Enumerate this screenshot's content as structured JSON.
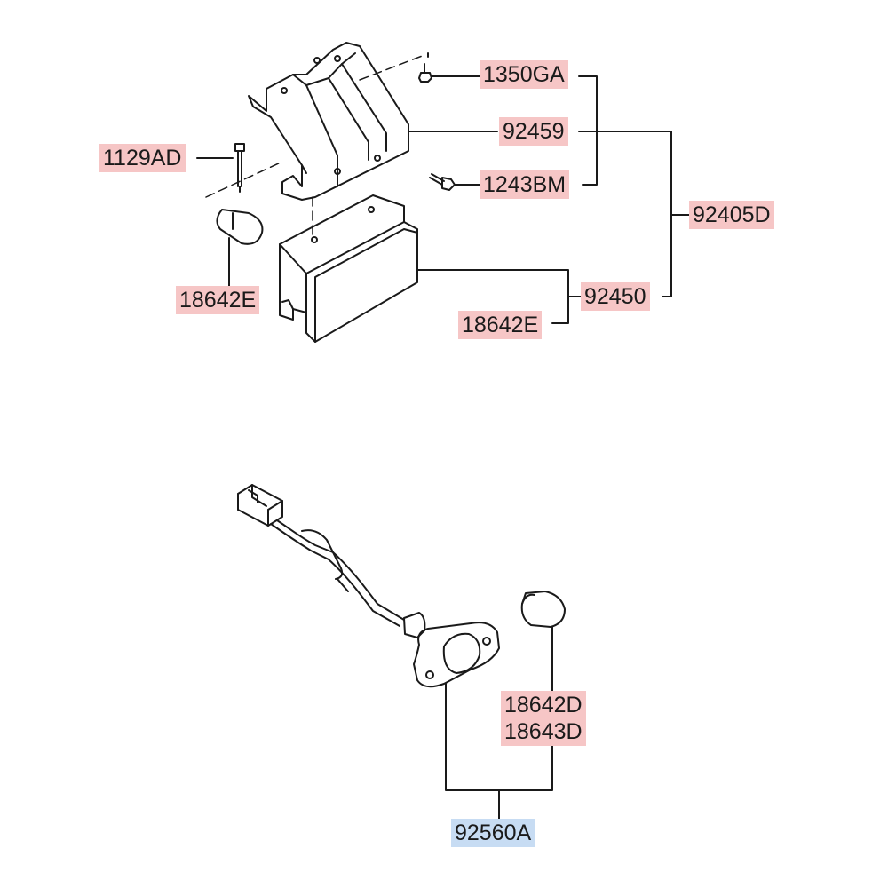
{
  "diagram": {
    "colors": {
      "line": "#1a1a1a",
      "part_highlight": "#f6c6c6",
      "selected_highlight": "#c7dcf3"
    },
    "callouts": {
      "c1350GA": "1350GA",
      "c92459": "92459",
      "c1129AD": "1129AD",
      "c1243BM": "1243BM",
      "c92405D": "92405D",
      "c18642E_left": "18642E",
      "c92450": "92450",
      "c18642E_right": "18642E",
      "c18642D": "18642D",
      "c18643D": "18643D",
      "c92560A": "92560A"
    }
  }
}
